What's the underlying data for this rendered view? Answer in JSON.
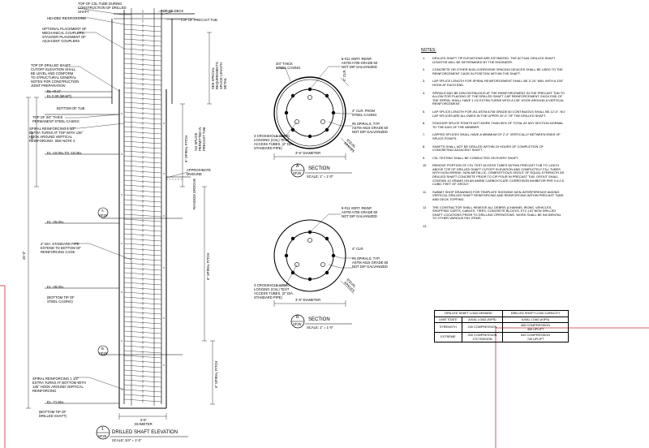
{
  "elevation": {
    "labels": {
      "top_csl_tube": "TOP OF CSL TUBE DURING\nCONSTRUCTION OF DRILLED\nSHAFT",
      "headed_reinf": "HEADED REINFORCING",
      "top_of_deck": "TOP OF DECK",
      "top_precast_tub": "TOP OF PRECAST TUB",
      "optional_couplers": "OPTIONAL PLACEMENT OF\nMECHANICAL COUPLERS.\nSTAGGER PLACEMENT OF\nADJACENT COUPLERS",
      "top_drilled_shaft": "TOP OF DRILLED SHAFT\nCUTOFF ELEVATION SHALL\nBE LEVEL AND CONFORM\nTO STRUCTURAL GENERAL\nNOTES FOR CONSTRUCTION\nJOINT PREPARATION",
      "el_top1": "EL +0.17",
      "el_top2": "EL 0.00 (MLWT)",
      "bottom_tub": "BOTTOM OF TUB",
      "top_casing": "TOP OF 3/4\" THICK\nPERMANENT STEEL CASING",
      "spiral_top": "SPIRAL REINFORCING 1 1/2\"\nEXTRA TURNS AT TOP WITH 135°\nHOOK AROUND VERTICAL\nREINFORCING. SEE NOTE 4",
      "el_casing": "EL -10.00± TO -15.00±",
      "approx_mudline": "APPROXIMATE\nMUDLINE",
      "el_a": "EL -25.00±",
      "csl_pipe": "2\" DIA. STANDARD PIPE\nEXTEND TO BOTTOM OF\nREINFORCING CAGE",
      "el_b": "EL -28.00±",
      "bottom_casing": "(BOTTOM TIP OF\nSTEEL CASING)",
      "spiral_bottom": "SPIRAL REINFORCING 1 1/2\"\nEXTRA TURNS AT BOTTOM WITH\n135° HOOK AROUND VERTICAL\nREINFORCING",
      "el_bottom": "EL -71.50±",
      "bottom_tip": "(BOTTOM TIP OF\nDRILLED SHAFT)",
      "diameter": "3'-6\"\nDIAMETER",
      "dim_20": "20'-0\"",
      "dim_45": "45'-0\"",
      "pitch_top": "6\" SPIRAL PITCH",
      "pitch_mid": "6\" SPIRAL PITCH",
      "pitch_bottom": "6\" SPIRAL PITCH",
      "rebar_splice": "SEE SPECIAL\nREQUIREMENTS\nSPLICE LENGTH\nDETAIL",
      "no_splice": "NO SPLICE\nPERMITTED IN\nPRECAST TUB",
      "random_grooves": "RANDOM GROOVE",
      "sec_a_tag": "A",
      "sec_b_tag": "B",
      "sheet_ref": "SF29"
    },
    "title": "DRILLED SHAFT ELEVATION",
    "scale": "SCALE: 3/4\" = 1'-0\"",
    "number": "1",
    "sheet": "SF29"
  },
  "section_a": {
    "labels": {
      "vert_reinf": "8-#11 VERT. REINF.\nASTM A706 GRADE 60\nNOT DIP GALVANIZED",
      "casing": "3/4\" THICK\nSTEEL CASING",
      "clr_casing": "4\" CLR. FROM\nSTEEL CASING",
      "spirals": "#5 SPIRALS, TYP.\nASTM A615 GRADE 60\nNOT DIP GALVANIZED",
      "csl_tubes": "3 CROSSHOLE SONIC\nLOGGING (CSL) TEST\nACCESS TUBES. (2\" DIA.\nSTANDARD PIPE)",
      "diameter": "3'-6\" DIAMETER",
      "equal_spa": "EQUAL\nSPACES",
      "clr": "4\" CLR."
    },
    "tag": "A",
    "title": "SECTION",
    "scale": "SCALE: 1\" = 1'-0\"",
    "sheet": "SF29"
  },
  "section_b": {
    "labels": {
      "vert_reinf": "8-#11 VERT. REINF.\nASTM A706 GRADE 60\nNOT DIP GALVANIZED",
      "clr": "4\" CLR.",
      "spirals": "#5 SPIRALS, TYP.\nASTM A615 GRADE 60\nNOT DIP GALVANIZED",
      "csl_tubes": "3 CROSSHOLE SONIC\nLOGGING (CSL) TEST\nACCESS TUBES. (2\" DIA.\nSTANDARD PIPE)",
      "diameter": "3'-6\" DIAMETER",
      "equal_spa": "EQUAL\nSPACES"
    },
    "tag": "B",
    "title": "SECTION",
    "scale": "SCALE: 1\" = 1'-0\"",
    "sheet": "SF29"
  },
  "notes": {
    "title": "NOTES:",
    "items": [
      {
        "n": "1.",
        "text": "DRILLED SHAFT TIP ELEVATIONS ARE ESTIMATED. THE ACTUAL DRILLED SHAFT LENGTHS WILL BE DETERMINED BY THE ENGINEER."
      },
      {
        "n": "2.",
        "text": "CONCRETE OR OTHER NON-CORROSIVE SPACING DEVICES SHALL BE USED TO THE REINFORCEMENT CAGE IN POSITION WITHIN THE SHAFT."
      },
      {
        "n": "3.",
        "text": "LAP SPLICE LENGTH FOR SPIRAL REINFORCEMENT SHALL BE 3'-10\" MIN. WITH A 135° HOOK AT EACH END."
      },
      {
        "n": "4.",
        "text": "SPIRALS MAY BE DISCONTINUOUS AT THE REINFORCEMENT IN THE PRECAST TUB TO ALLOW FOR PLACING OF THE DRILLED SHAFT CAP REINFORCEMENT. EACH END OF THE SPIRAL SHALL HAVE 1 1/2 EXTRA TURNS WITH A 135° HOOK AROUND A VERTICAL REINFORCEMENT."
      },
      {
        "n": "5.",
        "text": "LAP SPLICE LENGTH FOR #11 ASTM A706 GRADE 60 CONTINUOUS SHALL BE 12'-0\". NO LAP SPLICES ARE ALLOWED IN THE UPPER 20'-0\" OF THE DRILLED SHAFT."
      },
      {
        "n": "6.",
        "text": "STAGGER SPLICE POINTS NOT MORE THAN 50% OF TOTAL AT ANY SECTION NORMAL TO THE AXIS OF THE MEMBER."
      },
      {
        "n": "7.",
        "text": "LAPPED SPLICES SHALL HAVE A MINIMUM OF 2'-0\" VERTICALLY BETWEEN ENDS OF SPLICE POINTS."
      },
      {
        "n": "8.",
        "text": "SHAFTS SHALL NOT BE DRILLED WITHIN 24 HOURS OF COMPLETION OF CONCRETING ADJACENT SHAFT."
      },
      {
        "n": "9.",
        "text": "CSL TESTING SHALL BE CONDUCTED ON EVERY SHAFT."
      },
      {
        "n": "10.",
        "text": "REMOVE PORTION OF CSL TEST ACCESS TUBES WITHIN PRECAST TUB TO 1-INCH ABOVE TOP OF DRILLED SHAFT CUTOFF ELEVATION AND COMPLETELY FILL TUBES WITH NON-SHRINK, NON-METALLIC, CEMENTITIOUS GROUT OF EQUAL STRENGTH AS DRILLED SHAFT CONCRETE PRIOR TO CIP POUR IN PRECAST TUB. GROUT SHALL CONTAIN 10 GRAMS ON AN AMINE CARBOXYLATE CORROSION INHIBITOR PER 0.4-0.5 CUBIC FEET OF GROUT."
      },
      {
        "n": "11.",
        "text": "SUBMIT SHOP DRAWINGS FOR TEMPLATE SHOWING NON-INTERFERENCE AMONG VERTICAL DRILLED SHAFT REINFORCING AND REINFORCING WITHIN PRECAST TUBS AND DECK TOPPING."
      },
      {
        "n": "12.",
        "text": "THE CONTRACTOR SHALL REMOVE ALL DEBRIS (CHANNEL IRONS, VEHICLES, SHOPPING CARTS, CABLES, TIRES, CONCRETE BLOCKS, ETC.) AT NEW DRILLED SHAFT LOCATIONS PRIOR TO DRILLING OPERATIONS. WORK SHALL BE INCIDENTAL TO OTHER VARIOUS PAY ITEMS."
      },
      {
        "n": "13.",
        "text": ""
      }
    ]
  },
  "load_table": {
    "headers": [
      "DRILLED SHAFT LOAD DEMAND",
      "DRILLED SHAFT LOAD CAPACITY"
    ],
    "subheaders": [
      "LIMIT STATE",
      "AXIAL LOAD (KIPS)",
      "AXIAL LOAD (KIPS)"
    ],
    "rows": [
      [
        "STRENGTH",
        "240 COMPRESSION",
        "465 COMPRESSION\n400 UPLIFT"
      ],
      [
        "EXTREME",
        "330 COMPRESSION\n175 TENSION",
        "840 COMPRESSION\n740 UPLIFT"
      ]
    ]
  }
}
